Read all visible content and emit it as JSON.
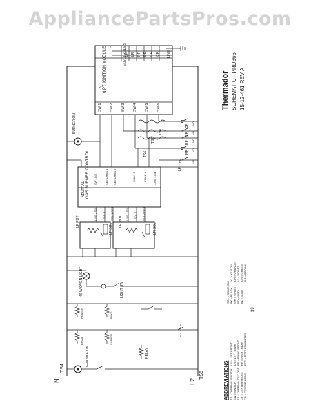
{
  "watermark": "AppliancePartsPros.com",
  "brand": {
    "name": "Thermador",
    "model": "SCHEMATIC - PRD366",
    "part": "15-12-461 REV A"
  },
  "page_number": "39",
  "rails": {
    "left_top": "N",
    "left_mid": "TS4",
    "right_top": "L2",
    "right_bottom": "TS5"
  },
  "spark_module": {
    "title": "6 PT IGNITION MODULE",
    "neutral_label": "N",
    "electrodes_label": "ELECTRODES",
    "line_label": "LINE",
    "sw_labels": [
      "SW 1",
      "SW 2",
      "SW 3",
      "SW 4",
      "SW 5",
      "SW 6"
    ],
    "electrode_labels": [
      "LF",
      "LR",
      "RF",
      "RR",
      "CF",
      "CR"
    ]
  },
  "burner_control": {
    "title": "GAS BURNER CONTROL",
    "neutral": "NEUTRAL",
    "top_pins": [
      "LINE - SW",
      "SOL 1",
      "SOL 1 RET",
      "LINE - SW",
      "SOL 2",
      "SOL 2 RET"
    ],
    "bottom_pins": [
      "SW LINE",
      "SE2 CHAN 1",
      "SE2 CHAN 2",
      "CHAN 3",
      "CHAN 4",
      "120V LINE"
    ],
    "pot1": "LF POT",
    "pot2": "LR POT",
    "sol1": "LF SOL",
    "sol2": "LR SOL"
  },
  "components": {
    "oven_light": "40 W OVEN LIGHT",
    "light_sw": "LIGHT SW",
    "griddle": "GRIDDLE ON",
    "burner": "BURNER ON",
    "relay": "RELAY",
    "hl": "HL",
    "ts_labels": [
      "TS6",
      "TS7",
      "TS8"
    ],
    "switch_labels": [
      "RF",
      "RR",
      "LF",
      "CF",
      "CR"
    ],
    "no_labels": [
      "NO",
      "NO",
      "NO",
      "NO",
      "NO"
    ],
    "heaters": [
      "HEATER",
      "BAKE",
      "BROIL",
      "SIMMER"
    ]
  },
  "abbreviations": {
    "title": "ABBREVIATIONS",
    "items": [
      "TS = THERMAL SWITCH",
      "SW = SWITCH",
      "TS = THERMAL CUT OFF",
      "CF = CENTER FRONT",
      "CR = CENTER REAR",
      "LF = LEFT FRONT",
      "LR = LEFT REAR",
      "RF = RIGHT FRONT",
      "RR = RIGHT REAR",
      "POT = POTENTIOMETER"
    ]
  },
  "color_codes": {
    "items": [
      "SOL = SOLENOID",
      "BK = BLACK",
      "WH = WHITE",
      "RD = RED",
      "BL = BLUE",
      "YL = YELLOW",
      "OR = ORANGE",
      "VI = VIOLET",
      "GR = GREEN",
      "BR = BROWN"
    ]
  }
}
